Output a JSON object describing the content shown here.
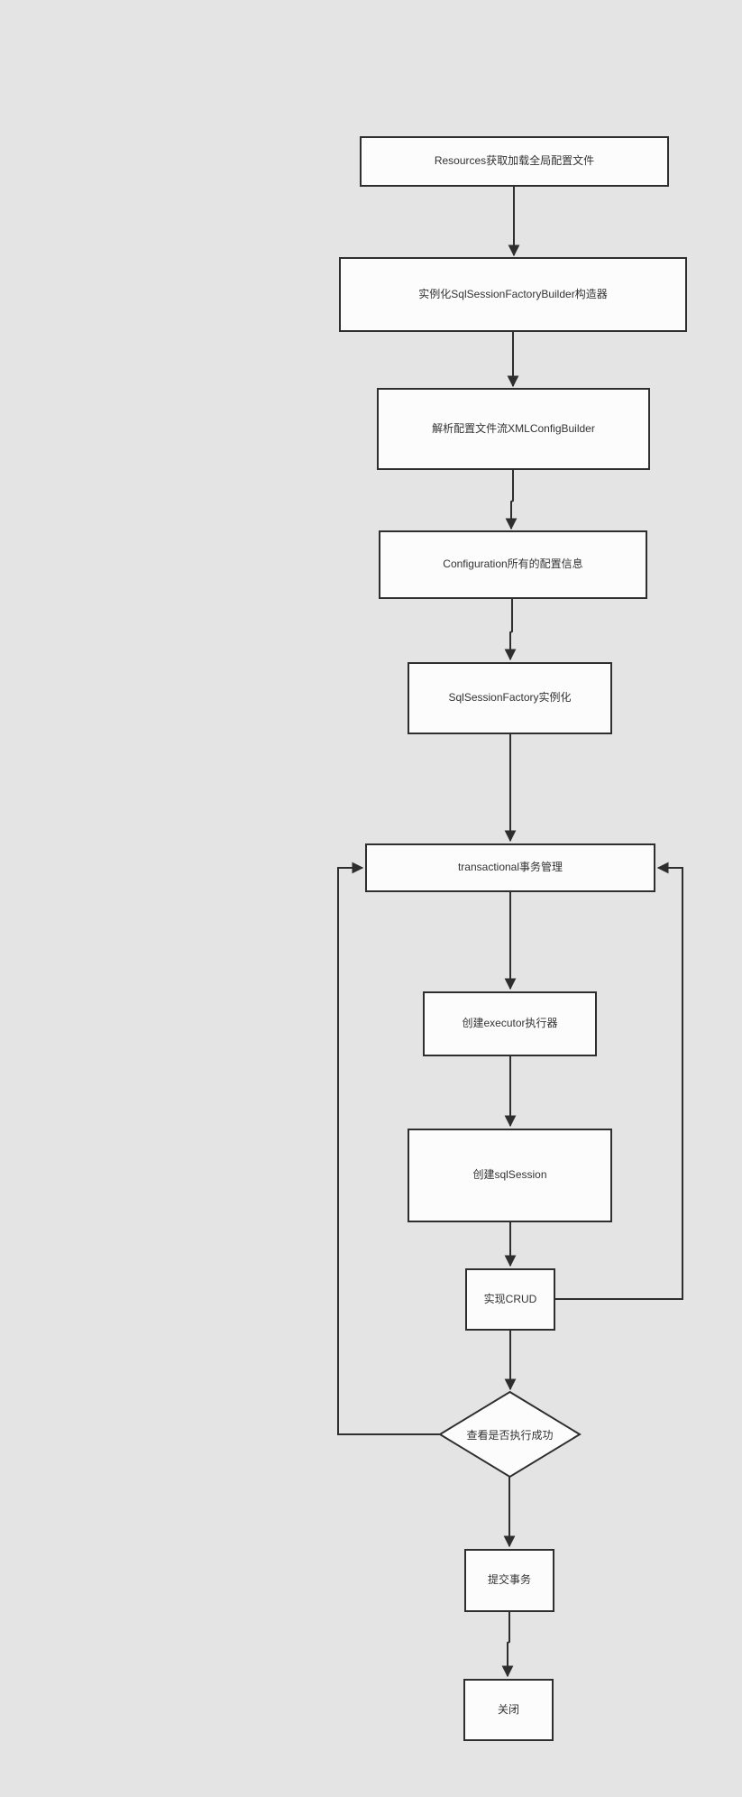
{
  "diagram": {
    "title": "mybatis-execution-flowchart",
    "colors": {
      "background": "#e4e4e4",
      "node_fill": "#fcfcfc",
      "stroke": "#2e2e2e",
      "text": "#333333"
    },
    "nodes": [
      {
        "id": "resources",
        "shape": "rect",
        "label": "Resources获取加载全局配置文件"
      },
      {
        "id": "builder",
        "shape": "rect",
        "label": "实例化SqlSessionFactoryBuilder构造器"
      },
      {
        "id": "xmlconfig",
        "shape": "rect",
        "label": "解析配置文件流XMLConfigBuilder"
      },
      {
        "id": "configuration",
        "shape": "rect",
        "label": "Configuration所有的配置信息"
      },
      {
        "id": "factory",
        "shape": "rect",
        "label": "SqlSessionFactory实例化"
      },
      {
        "id": "transactional",
        "shape": "rect",
        "label": "transactional事务管理"
      },
      {
        "id": "executor",
        "shape": "rect",
        "label": "创建executor执行器"
      },
      {
        "id": "sqlsession",
        "shape": "rect",
        "label": "创建sqlSession"
      },
      {
        "id": "crud",
        "shape": "rect",
        "label": "实现CRUD"
      },
      {
        "id": "check",
        "shape": "diamond",
        "label": "查看是否执行成功"
      },
      {
        "id": "commit",
        "shape": "rect",
        "label": "提交事务"
      },
      {
        "id": "close",
        "shape": "rect",
        "label": "关闭"
      }
    ],
    "edges": [
      {
        "from": "resources",
        "to": "builder",
        "route": "straight-down"
      },
      {
        "from": "builder",
        "to": "xmlconfig",
        "route": "straight-down"
      },
      {
        "from": "xmlconfig",
        "to": "configuration",
        "route": "straight-down"
      },
      {
        "from": "configuration",
        "to": "factory",
        "route": "straight-down"
      },
      {
        "from": "factory",
        "to": "transactional",
        "route": "straight-down"
      },
      {
        "from": "transactional",
        "to": "executor",
        "route": "straight-down"
      },
      {
        "from": "executor",
        "to": "sqlsession",
        "route": "straight-down"
      },
      {
        "from": "sqlsession",
        "to": "crud",
        "route": "straight-down"
      },
      {
        "from": "crud",
        "to": "check",
        "route": "straight-down"
      },
      {
        "from": "check",
        "to": "commit",
        "route": "straight-down"
      },
      {
        "from": "commit",
        "to": "close",
        "route": "straight-down"
      },
      {
        "from": "check",
        "to": "transactional",
        "route": "left-loop (west then north into left edge)"
      },
      {
        "from": "crud",
        "to": "transactional",
        "route": "right-loop (east then north into right edge)"
      }
    ]
  }
}
